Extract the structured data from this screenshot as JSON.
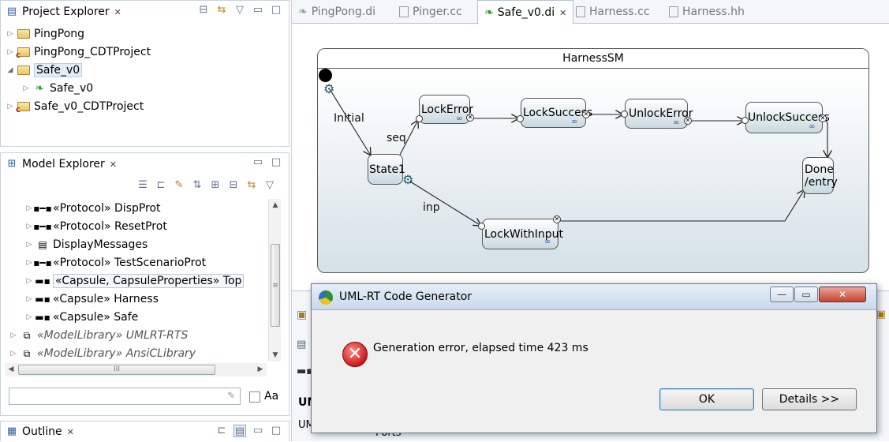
{
  "project_explorer": {
    "title": "Project Explorer",
    "items": [
      {
        "label": "PingPong"
      },
      {
        "label": "PingPong_CDTProject"
      },
      {
        "label": "Safe_v0"
      },
      {
        "label": "Safe_v0"
      },
      {
        "label": "Safe_v0_CDTProject"
      }
    ]
  },
  "model_explorer": {
    "title": "Model Explorer",
    "items": [
      {
        "label": "«Protocol» DispProt"
      },
      {
        "label": "«Protocol» ResetProt"
      },
      {
        "label": "DisplayMessages"
      },
      {
        "label": "«Protocol» TestScenarioProt"
      },
      {
        "label": "«Capsule, CapsuleProperties» Top"
      },
      {
        "label": "«Capsule» Harness"
      },
      {
        "label": "«Capsule» Safe"
      },
      {
        "label": "«ModelLibrary» UMLRT-RTS"
      },
      {
        "label": "«ModelLibrary» AnsiCLibrary"
      }
    ],
    "filter": {
      "value": "",
      "aa_label": "Aa"
    },
    "scrollbar_glyph": "III"
  },
  "outline": {
    "title": "Outline"
  },
  "editor_tabs": [
    {
      "label": "PingPong.di"
    },
    {
      "label": "Pinger.cc"
    },
    {
      "label": "Safe_v0.di"
    },
    {
      "label": "Harness.cc"
    },
    {
      "label": "Harness.hh"
    }
  ],
  "diagram": {
    "title": "HarnessSM",
    "states": {
      "state1": "State1",
      "lock_error": "LockError",
      "lock_success": "LockSuccess",
      "unlock_error": "UnlockError",
      "unlock_success": "UnlockSuccess",
      "lock_with_input": "LockWithInput",
      "done_line1": "Done",
      "done_line2": "/entry"
    },
    "transitions": {
      "initial": "Initial",
      "seq": "seq",
      "inp": "inp"
    }
  },
  "background_panel": {
    "label_um": "UM",
    "label_uml": "UML",
    "label_ports": "Ports"
  },
  "dialog": {
    "title": "UML-RT Code Generator",
    "message": "Generation error, elapsed time 423 ms",
    "ok_label": "OK",
    "details_label": "Details >>",
    "minimize_glyph": "—",
    "maximize_glyph": "▭",
    "close_glyph": "✕"
  }
}
